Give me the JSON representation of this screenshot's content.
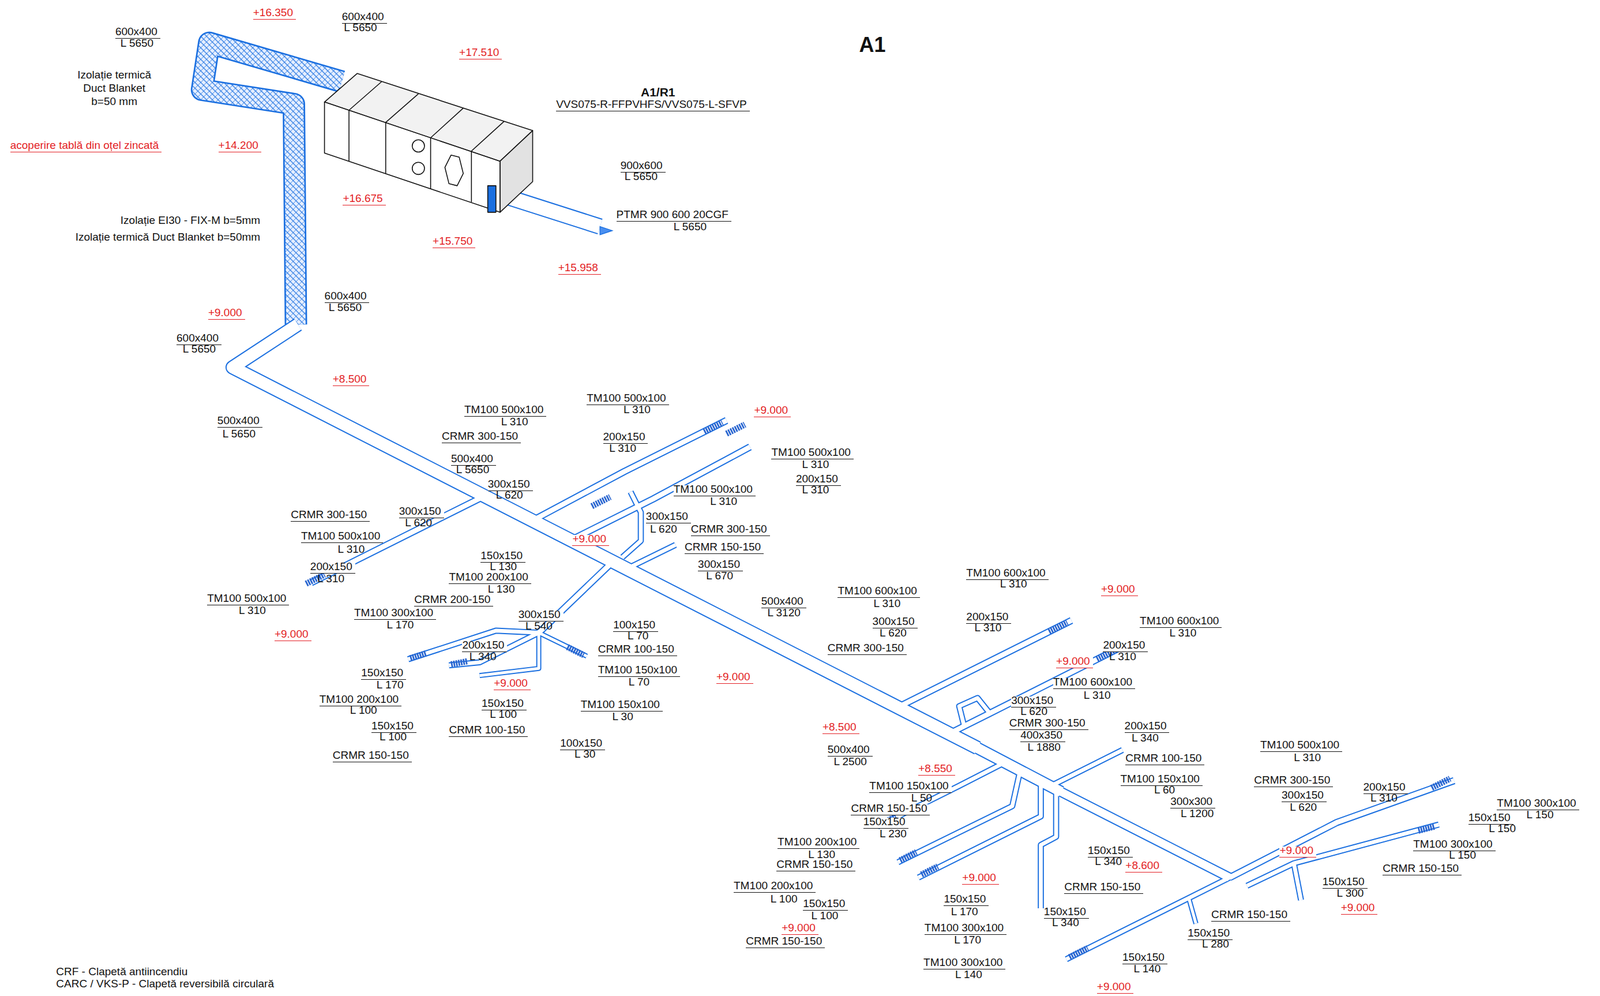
{
  "diagram": {
    "title": "A1",
    "labels": [
      "+16.350",
      "600x400",
      "L 5650",
      "600x400",
      "L 5650",
      "Izolație termică Duct Blanket b=50 mm",
      "acoperire tablă din oțel zincată",
      "+14.200",
      "+17.510",
      "A1/R1",
      "VVS075-R-FFPVHFS/VVS075-L-SFVP",
      "+16.675",
      "900x600",
      "L 5650",
      "PTMR 900 600 20CGF",
      "L 5650",
      "+15.750",
      "+15.958",
      "Izolație EI30 - FIX-M b=5mm",
      "Izolație termică Duct Blanket b=50mm",
      "600x400",
      "L 5650",
      "+9.000",
      "600x400",
      "L 5650",
      "+8.500",
      "500x400",
      "L 5650",
      "TM100 500x100",
      "L 310",
      "TM100 500x100",
      "L 310",
      "+9.000",
      "CRMR 300-150",
      "200x150",
      "L 310",
      "TM100 500x100",
      "L 310",
      "500x400",
      "L 5650",
      "200x150",
      "L 310",
      "300x150",
      "L 620",
      "TM100 500x100",
      "L 310",
      "CRMR 300-150",
      "300x150",
      "L 620",
      "300x150",
      "L 620",
      "CRMR 300-150",
      "TM100 500x100",
      "L 310",
      "+9.000",
      "CRMR 150-150",
      "150x150",
      "L 130",
      "300x150",
      "L 670",
      "TM100 200x100",
      "L 130",
      "200x150",
      "L 310",
      "TM100 500x100",
      "L 310",
      "CRMR 200-150",
      "500x400",
      "L 3120",
      "TM100 300x100",
      "L 170",
      "300x150",
      "L 540",
      "100x150",
      "L 70",
      "+9.000",
      "200x150",
      "L 340",
      "CRMR 100-150",
      "TM100 150x100",
      "L 70",
      "150x150",
      "L 170",
      "+9.000",
      "+9.000",
      "TM100 200x100",
      "L 100",
      "150x150",
      "L 100",
      "TM100 150x100",
      "L 30",
      "150x150",
      "L 100",
      "CRMR 100-150",
      "100x150",
      "L 30",
      "CRMR 150-150",
      "TM100 600x100",
      "L 310",
      "+9.000",
      "TM100 600x100",
      "L 310",
      "300x150",
      "L 620",
      "200x150",
      "L 310",
      "TM100 600x100",
      "L 310",
      "CRMR 300-150",
      "200x150",
      "L 310",
      "+9.000",
      "TM100 600x100",
      "L 310",
      "300x150",
      "L 620",
      "CRMR 300-150",
      "+8.500",
      "400x350",
      "L 1880",
      "200x150",
      "L 340",
      "500x400",
      "L 2500",
      "+8.550",
      "CRMR 100-150",
      "TM100 150x100",
      "L 50",
      "TM100 150x100",
      "L 60",
      "CRMR 150-150",
      "300x300",
      "L 1200",
      "150x150",
      "L 230",
      "TM100 200x100",
      "L 130",
      "CRMR 150-150",
      "150x150",
      "L 340",
      "+8.600",
      "+9.000",
      "TM100 200x100",
      "L 100",
      "CRMR 150-150",
      "150x150",
      "L 100",
      "150x150",
      "L 170",
      "150x150",
      "L 340",
      "+9.000",
      "TM100 300x100",
      "L 170",
      "CRMR 150-150",
      "TM100 500x100",
      "L 310",
      "CRMR 300-150",
      "300x150",
      "L 620",
      "200x150",
      "L 310",
      "TM100 300x100",
      "L 150",
      "150x150",
      "L 150",
      "TM100 300x100",
      "L 150",
      "+9.000",
      "CRMR 150-150",
      "150x150",
      "L 300",
      "+9.000",
      "CRMR 150-150",
      "150x150",
      "L 280",
      "TM100 300x100",
      "L 140",
      "150x150",
      "L 140",
      "+9.000",
      "CRF - Clapetă antiincendiu",
      "CARC / VKS-P - Clapetă reversibilă circulară"
    ]
  }
}
